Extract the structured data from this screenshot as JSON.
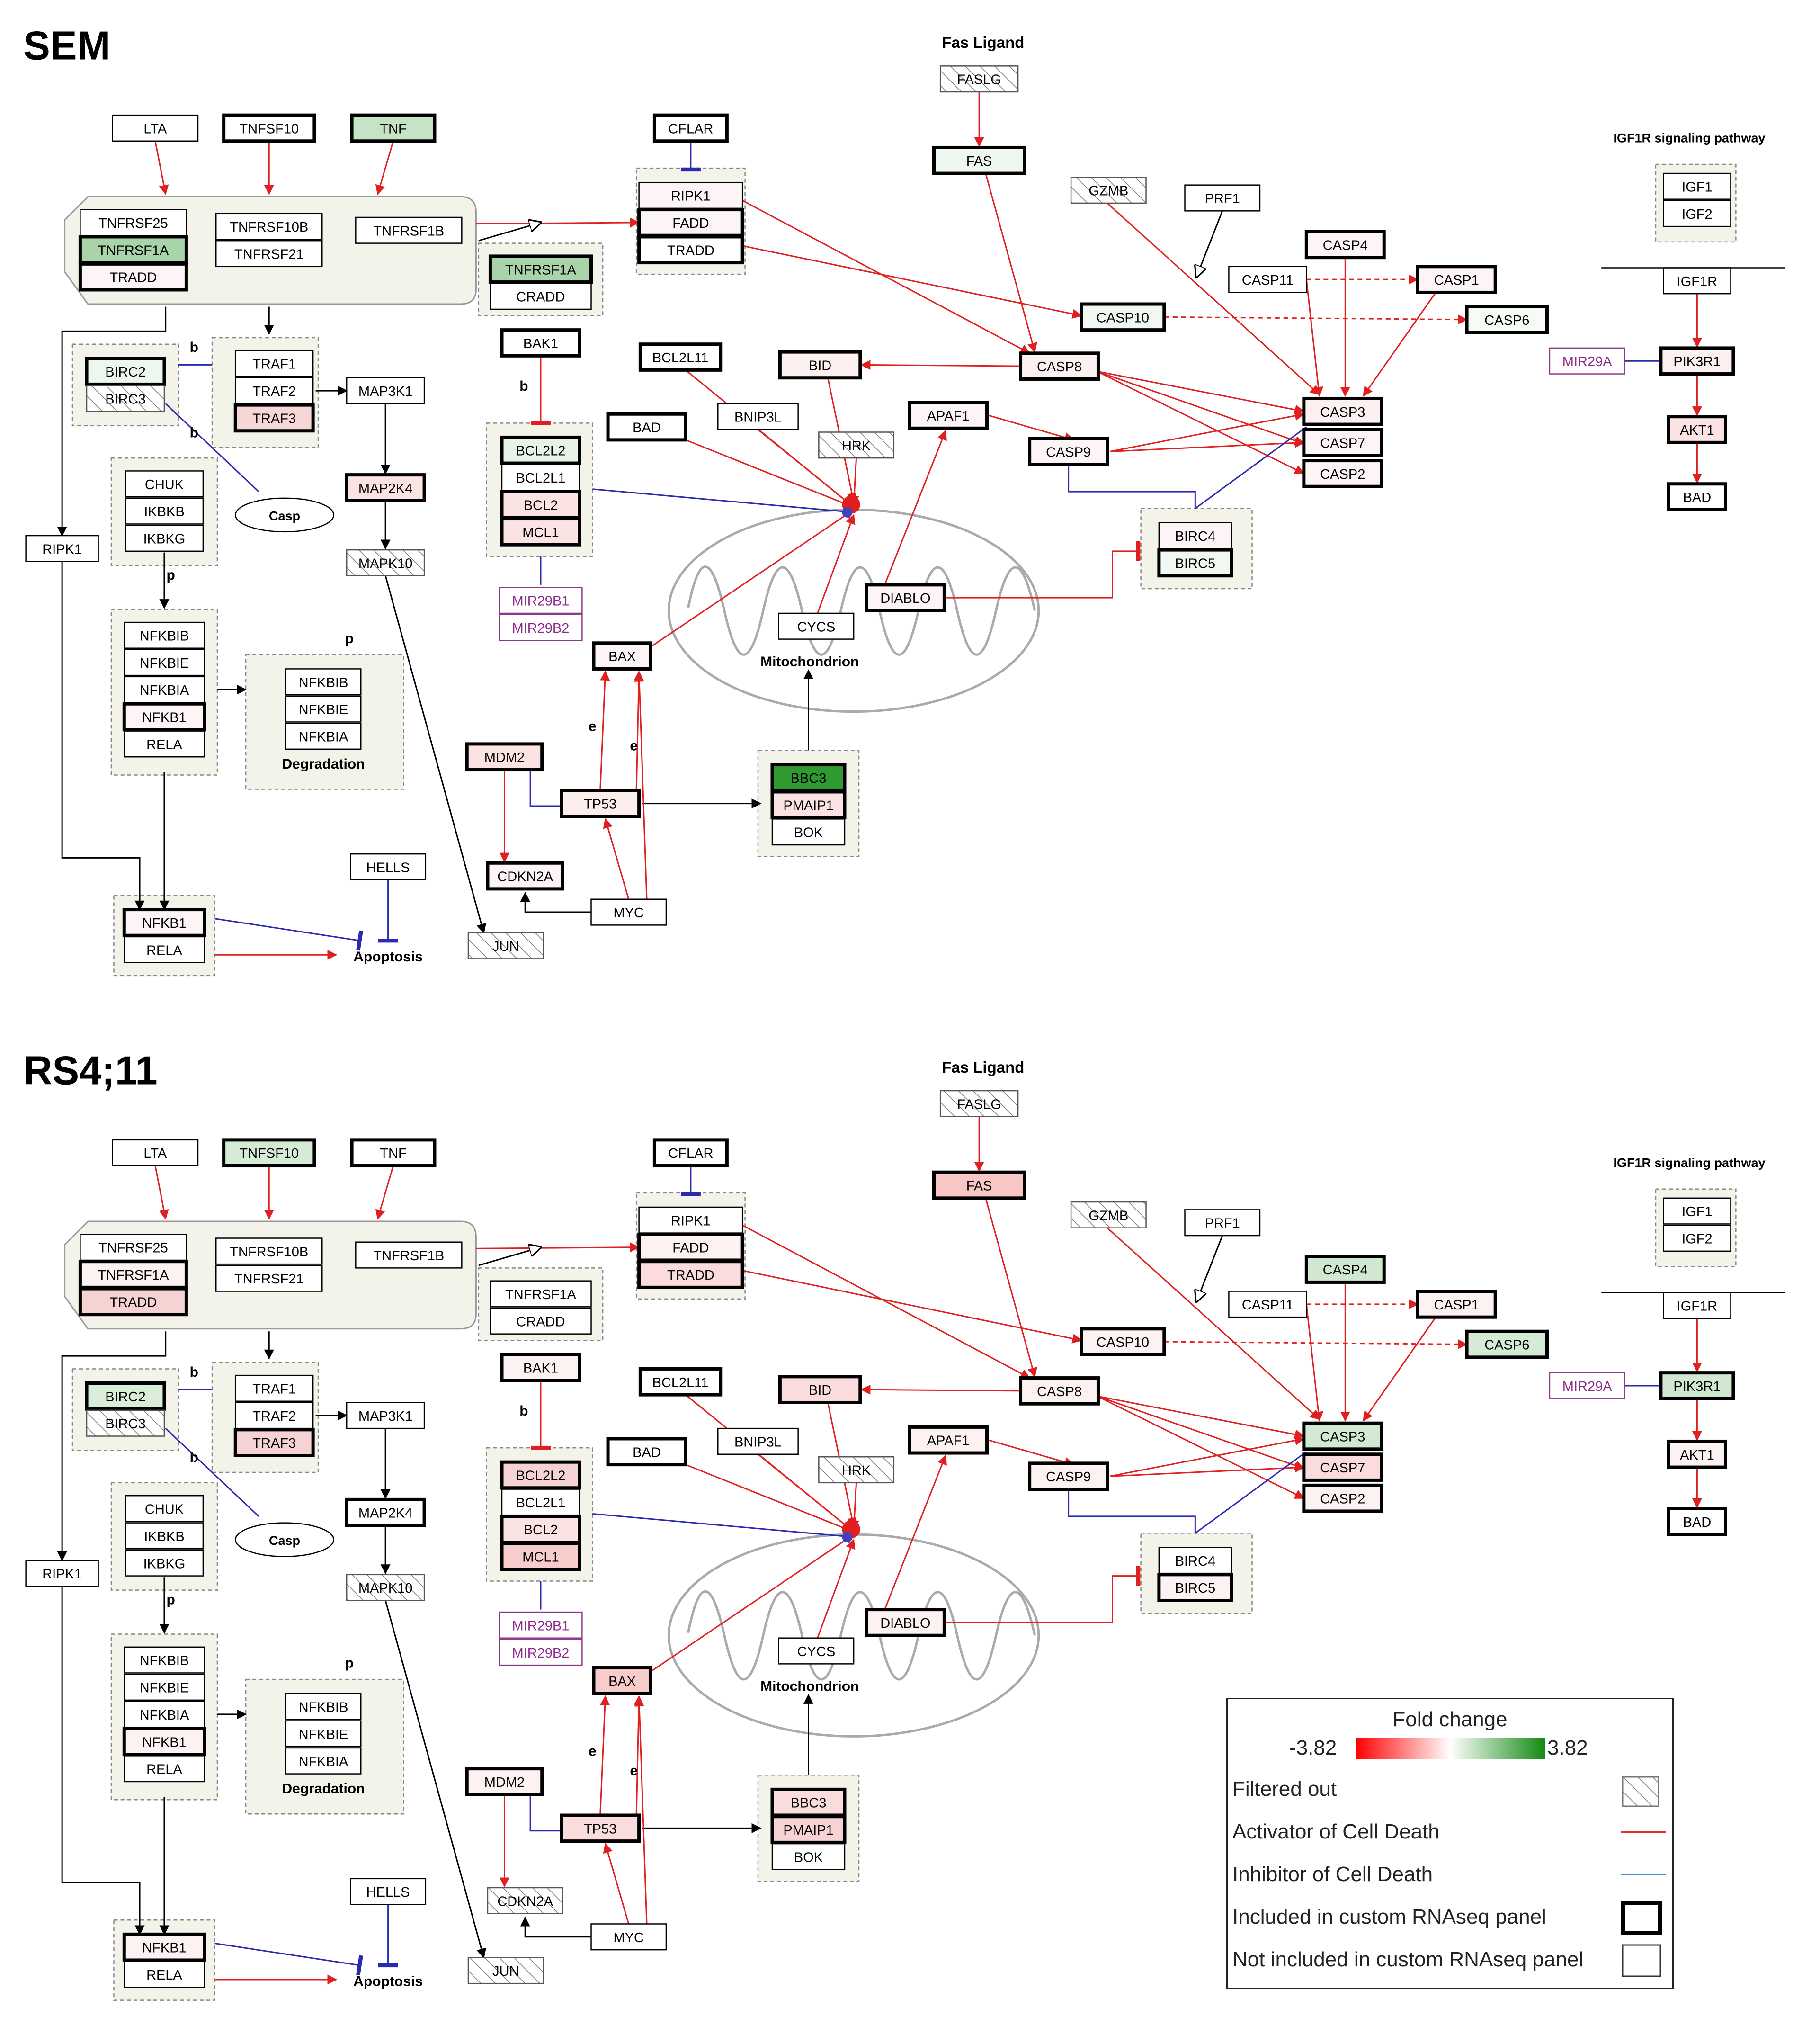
{
  "panels": [
    {
      "title": "SEM",
      "fills": {
        "TNF": "#c6e3c6",
        "TNFRSF1A": "#a9d4a9",
        "TNFRSF1A_2": "#a9d4a9",
        "FAS": "#eef7ee",
        "TRAF3": "#f7d6d6",
        "MAP2K4": "#fbe3e3",
        "BCL2L2": "#e6f3e6",
        "BCL2": "#fbe3e3",
        "MCL1": "#fbe3e3",
        "MDM2": "#fbe3e3",
        "TP53": "#fdeeee",
        "BBC3": "#2f9a2f",
        "PMAIP1": "#fbe3e3",
        "AKT1": "#fbe3e3",
        "BIRC2": "#eef7ee",
        "PIK3R1": "#fdf0f0",
        "CASP8": "#fdf0f0",
        "BID": "#fdf0f0",
        "CASP10": "#f1f8f1",
        "CASP6": "#f6fbf6",
        "CASP3": "#fdf0f0",
        "CASP7": "#fdf5f5",
        "CASP2": "#fdf5f5",
        "BAX": "#fdf5f5",
        "CASP9": "#fdf5f5",
        "APAF1": "#fdf5f5",
        "BIRC5": "#f1f8f1",
        "BIRC4": "#fdf5f5",
        "FADD": "#fdf5f5",
        "TRADD": "#fdf5f5",
        "RIPK1_2": "#fdf5f5",
        "CDKN2A": "#fdf5f5",
        "NFKB1": "#fdf5f5",
        "NFKB1_2": "#fdf5f5",
        "DIABLO": "#fdf5f5",
        "CASP1": "#fdf5f5",
        "CASP4": "#fdf5f5"
      },
      "heavy": [
        "TNFSF10",
        "TNF",
        "TNFRSF1A",
        "TRADD",
        "TNFRSF1A_2",
        "CFLAR",
        "FADD",
        "TRADD_2",
        "FAS",
        "BAK1",
        "BIRC2",
        "TRAF3",
        "MAP2K4",
        "BCL2L2",
        "BCL2",
        "MCL1",
        "BCL2L11",
        "BID",
        "BAD",
        "APAF1",
        "CASP8",
        "CASP9",
        "CASP10",
        "CASP3",
        "CASP7",
        "CASP2",
        "CASP1",
        "CASP4",
        "CASP6",
        "BIRC5",
        "DIABLO",
        "BAX",
        "MDM2",
        "TP53",
        "CDKN2A",
        "BBC3",
        "PMAIP1",
        "NFKB1",
        "NFKB1_2",
        "PIK3R1",
        "AKT1",
        "BAD_2"
      ],
      "filtered": [
        "FASLG",
        "GZMB",
        "BIRC3",
        "HRK",
        "MAPK10",
        "JUN"
      ]
    },
    {
      "title": "RS4;11",
      "fills": {
        "TNFSF10": "#d6ebd6",
        "TRADD": "#f7d2d2",
        "FAS": "#f9c6c6",
        "BIRC2": "#d9edd9",
        "TRAF3": "#f7d2d2",
        "BCL2L2": "#f7d2d2",
        "BCL2": "#fbe3e3",
        "MCL1": "#f9cccc",
        "BID": "#fadcdc",
        "TRADD_2": "#fadcdc",
        "CASP3": "#d1e9d1",
        "CASP7": "#fadcdc",
        "CASP4": "#cfe8cf",
        "CASP6": "#d6ebd6",
        "PIK3R1": "#cfe8cf",
        "BAX": "#f9cccc",
        "TP53": "#fadcdc",
        "BBC3": "#fadcdc",
        "PMAIP1": "#f7d2d2",
        "CASP8": "#fdf2f2",
        "CASP9": "#fdf2f2",
        "CASP2": "#fdf2f2",
        "APAF1": "#fdf2f2",
        "NFKB1": "#fdf2f2",
        "NFKB1_2": "#fdf2f2",
        "TNFRSF1A": "#fdf2f2",
        "MDM2": "#fdf2f2",
        "BIRC5": "#fdf2f2",
        "FADD": "#fdf2f2",
        "DIABLO": "#fdf2f2",
        "CASP10": "#fdf2f2",
        "CASP1": "#fdf2f2",
        "BAK1": "#fdf2f2",
        "AKT1": "#fdf2f2"
      },
      "heavy": [
        "TNFSF10",
        "TNF",
        "TNFRSF1A",
        "TRADD",
        "CFLAR",
        "FADD",
        "TRADD_2",
        "FAS",
        "BAK1",
        "BIRC2",
        "TRAF3",
        "MAP2K4",
        "BCL2L2",
        "BCL2",
        "MCL1",
        "BCL2L11",
        "BID",
        "BAD",
        "APAF1",
        "CASP8",
        "CASP9",
        "CASP10",
        "CASP3",
        "CASP7",
        "CASP2",
        "CASP1",
        "CASP4",
        "CASP6",
        "BIRC5",
        "DIABLO",
        "BAX",
        "MDM2",
        "TP53",
        "BBC3",
        "PMAIP1",
        "NFKB1",
        "NFKB1_2",
        "PIK3R1",
        "AKT1",
        "BAD_2"
      ],
      "filtered": [
        "FASLG",
        "GZMB",
        "BIRC3",
        "HRK",
        "MAPK10",
        "JUN",
        "CDKN2A"
      ]
    }
  ],
  "labels": {
    "fas_ligand": "Fas Ligand",
    "igf1r_pathway": "IGF1R signaling pathway",
    "mitochondrion": "Mitochondrion",
    "degradation": "Degradation",
    "apoptosis": "Apoptosis",
    "casp": "Casp",
    "b": "b",
    "p": "p",
    "e": "e"
  },
  "genes": {
    "LTA": "LTA",
    "TNFSF10": "TNFSF10",
    "TNF": "TNF",
    "TNFRSF25": "TNFRSF25",
    "TNFRSF1A": "TNFRSF1A",
    "TRADD": "TRADD",
    "TNFRSF10B": "TNFRSF10B",
    "TNFRSF21": "TNFRSF21",
    "TNFRSF1B": "TNFRSF1B",
    "TNFRSF1A_2": "TNFRSF1A",
    "CRADD": "CRADD",
    "CFLAR": "CFLAR",
    "RIPK1_2": "RIPK1",
    "FADD": "FADD",
    "TRADD_2": "TRADD",
    "FASLG": "FASLG",
    "FAS": "FAS",
    "GZMB": "GZMB",
    "PRF1": "PRF1",
    "CASP4": "CASP4",
    "CASP11": "CASP11",
    "CASP1": "CASP1",
    "CASP10": "CASP10",
    "CASP6": "CASP6",
    "IGF1": "IGF1",
    "IGF2": "IGF2",
    "IGF1R": "IGF1R",
    "MIR29A": "MIR29A",
    "PIK3R1": "PIK3R1",
    "AKT1": "AKT1",
    "BAD_2": "BAD",
    "BIRC2": "BIRC2",
    "BIRC3": "BIRC3",
    "TRAF1": "TRAF1",
    "TRAF2": "TRAF2",
    "TRAF3": "TRAF3",
    "MAP3K1": "MAP3K1",
    "BAK1": "BAK1",
    "BCL2L11": "BCL2L11",
    "BID": "BID",
    "CASP8": "CASP8",
    "BNIP3L": "BNIP3L",
    "HRK": "HRK",
    "APAF1": "APAF1",
    "BAD": "BAD",
    "CASP9": "CASP9",
    "CASP3": "CASP3",
    "CASP7": "CASP7",
    "CASP2": "CASP2",
    "CHUK": "CHUK",
    "IKBKB": "IKBKB",
    "IKBKG": "IKBKG",
    "MAP2K4": "MAP2K4",
    "BCL2L2": "BCL2L2",
    "BCL2L1": "BCL2L1",
    "BCL2": "BCL2",
    "MCL1": "MCL1",
    "MAPK10": "MAPK10",
    "RIPK1": "RIPK1",
    "BIRC4": "BIRC4",
    "BIRC5": "BIRC5",
    "DIABLO": "DIABLO",
    "MIR29B1": "MIR29B1",
    "MIR29B2": "MIR29B2",
    "CYCS": "CYCS",
    "NFKBIB": "NFKBIB",
    "NFKBIE": "NFKBIE",
    "NFKBIA": "NFKBIA",
    "NFKB1": "NFKB1",
    "RELA": "RELA",
    "NFKBIB_2": "NFKBIB",
    "NFKBIE_2": "NFKBIE",
    "NFKBIA_2": "NFKBIA",
    "BAX": "BAX",
    "MDM2": "MDM2",
    "TP53": "TP53",
    "BBC3": "BBC3",
    "PMAIP1": "PMAIP1",
    "BOK": "BOK",
    "CDKN2A": "CDKN2A",
    "MYC": "MYC",
    "HELLS": "HELLS",
    "NFKB1_2": "NFKB1",
    "RELA_2": "RELA",
    "JUN": "JUN"
  },
  "legend": {
    "title": "Fold change",
    "min": "-3.82",
    "max": "3.82",
    "colors": {
      "low": "#ff0000",
      "mid": "#ffffff",
      "high": "#138a13",
      "activator": "#e03030",
      "inhibitor": "#3b8fd6"
    },
    "items": [
      {
        "label": "Filtered out",
        "symbol": "hatched-box-icon"
      },
      {
        "label": "Activator of Cell Death",
        "symbol": "red-line-icon"
      },
      {
        "label": "Inhibitor of Cell Death",
        "symbol": "blue-line-icon"
      },
      {
        "label": "Included in custom RNAseq panel",
        "symbol": "thick-box-icon"
      },
      {
        "label": "Not included in custom RNAseq panel",
        "symbol": "thin-box-icon"
      }
    ]
  }
}
